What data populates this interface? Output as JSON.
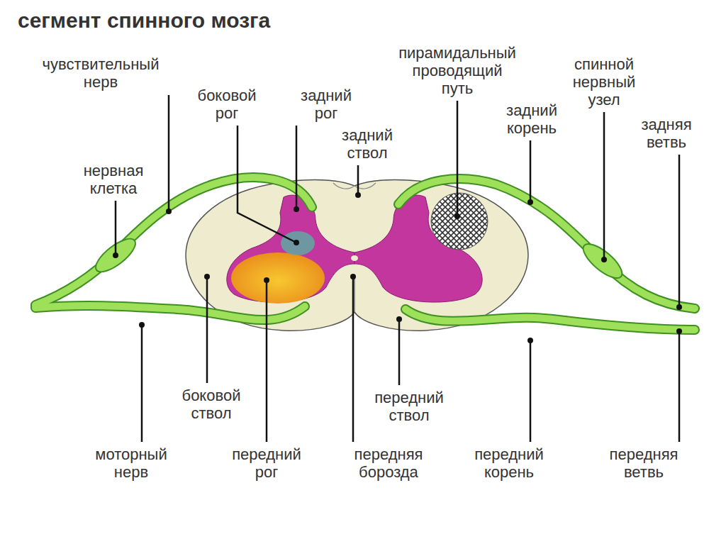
{
  "diagram": {
    "title": "сегмент спинного мозга",
    "labels": [
      "чувствительный нерв",
      "пирамидальный проводящий путь",
      "спинной нервный узел",
      "боковой рог",
      "задний рог",
      "задний корень",
      "задняя ветвь",
      "задний ствол",
      "нервная клетка",
      "боковой ствол",
      "передний ствол",
      "моторный нерв",
      "передний рог",
      "передняя борозда",
      "передний корень",
      "передняя ветвь"
    ]
  }
}
